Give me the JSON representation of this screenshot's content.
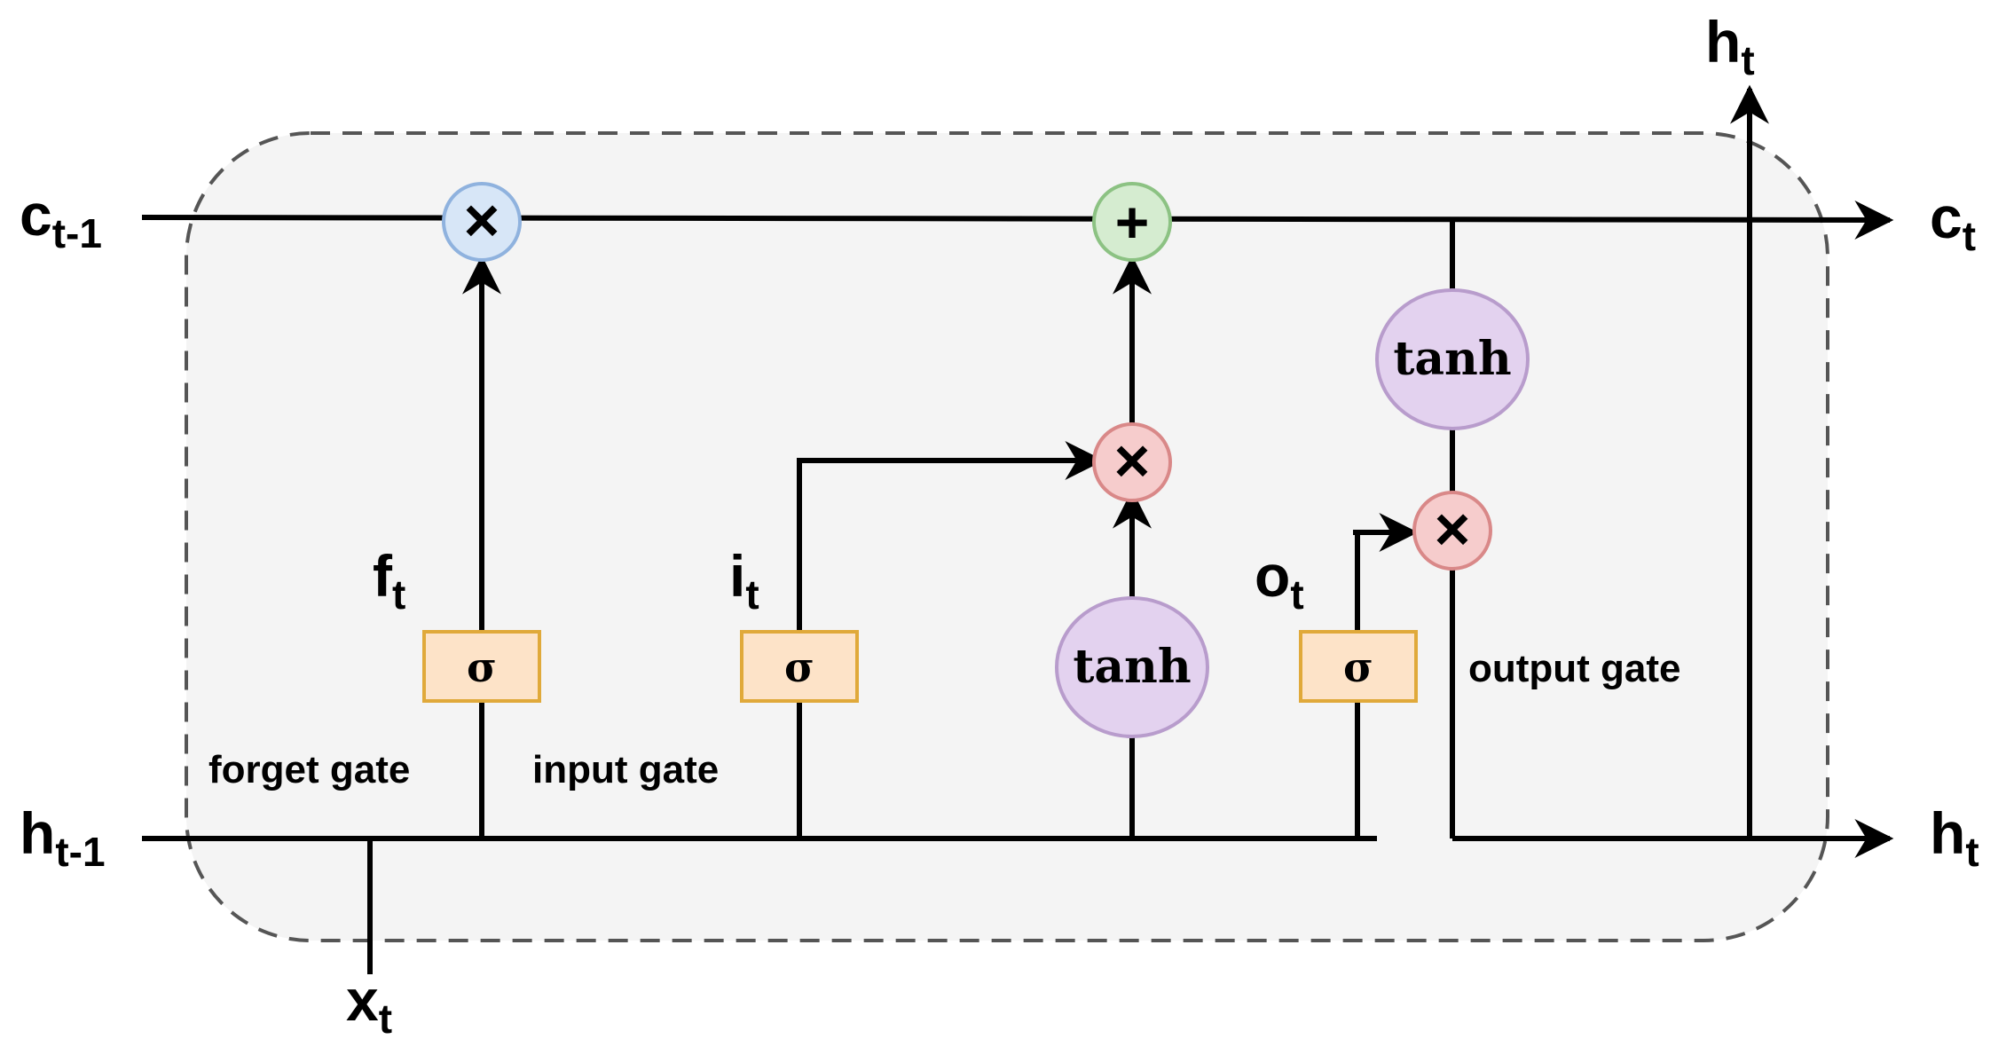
{
  "inputs": {
    "c_prev": {
      "base": "c",
      "sub": "t-1"
    },
    "h_prev": {
      "base": "h",
      "sub": "t-1"
    },
    "x": {
      "base": "x",
      "sub": "t"
    }
  },
  "outputs": {
    "c": {
      "base": "c",
      "sub": "t"
    },
    "h_right": {
      "base": "h",
      "sub": "t"
    },
    "h_top": {
      "base": "h",
      "sub": "t"
    }
  },
  "gates": {
    "forget": {
      "label": "forget gate",
      "symbol": "σ",
      "signal": {
        "base": "f",
        "sub": "t"
      }
    },
    "input": {
      "label": "input gate",
      "symbol": "σ",
      "signal": {
        "base": "i",
        "sub": "t"
      }
    },
    "output": {
      "label": "output gate",
      "symbol": "σ",
      "signal": {
        "base": "o",
        "sub": "t"
      }
    }
  },
  "activations": {
    "candidate": "tanh",
    "cell_output": "tanh"
  },
  "operators": {
    "multiply": "×",
    "add": "+"
  },
  "colors": {
    "background": "#f4f4f4",
    "border_dashed": "#555555",
    "gate_box_fill": "#fde3c8",
    "gate_box_stroke": "#e0a93a",
    "tanh_fill": "#e3d2ef",
    "tanh_stroke": "#b89ccc",
    "mult_forget_fill": "#d7e6f7",
    "mult_forget_stroke": "#8fb2de",
    "mult_fill": "#f6cccc",
    "mult_stroke": "#d98888",
    "add_fill": "#d5ecd0",
    "add_stroke": "#8cc283",
    "line": "#000000"
  }
}
